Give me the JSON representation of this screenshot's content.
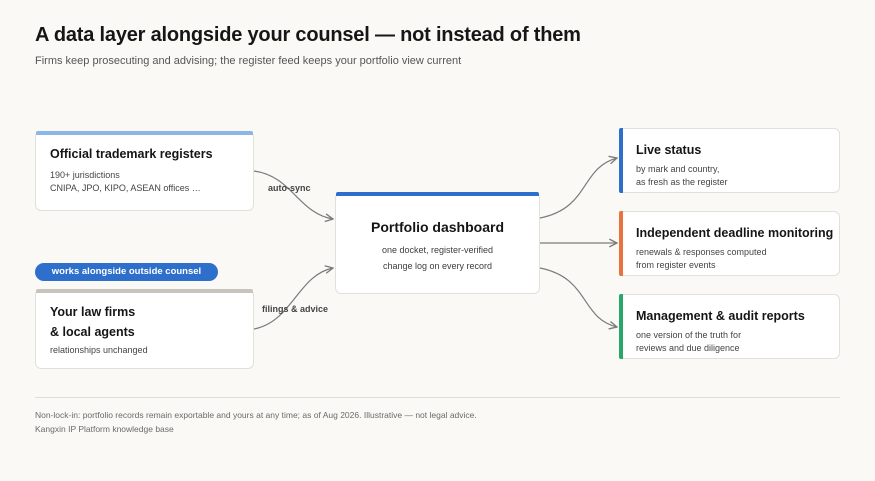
{
  "title": "A data layer alongside your counsel — not instead of them",
  "subtitle": "Firms keep prosecuting and advising; the register feed keeps your portfolio view current",
  "sources": [
    {
      "title": "Official trademark registers",
      "lines": [
        "190+ jurisdictions",
        "CNIPA, JPO, KIPO, ASEAN offices …"
      ]
    },
    {
      "badge": "works alongside outside counsel",
      "title_lines": [
        "Your law firms",
        "& local agents"
      ],
      "lines": [
        "relationships unchanged"
      ]
    }
  ],
  "edge_labels": {
    "sync": "auto-sync",
    "filings": "filings & advice"
  },
  "hub": {
    "title": "Portfolio dashboard",
    "lines": [
      "one docket, register-verified",
      "change log on every record"
    ]
  },
  "outputs": [
    {
      "title": "Live status",
      "lines": [
        "by mark and country,",
        "as fresh as the register"
      ],
      "accent": "#2e6fcb"
    },
    {
      "title": "Independent deadline monitoring",
      "lines": [
        "renewals & responses computed",
        "from register events"
      ],
      "accent": "#e8733e"
    },
    {
      "title": "Management & audit reports",
      "lines": [
        "one version of the truth for",
        "reviews and due diligence"
      ],
      "accent": "#27a86a"
    }
  ],
  "footer": {
    "note": "Non-lock-in: portfolio records remain exportable and yours at any time; as of Aug 2026. Illustrative — not legal advice.",
    "source": "Kangxin IP Platform knowledge base"
  },
  "colors": {
    "primary": "#2e6fcb",
    "register_bar": "#8bb7e6",
    "counsel_bar": "#c6c4bd",
    "connector": "#7b7b7b"
  }
}
